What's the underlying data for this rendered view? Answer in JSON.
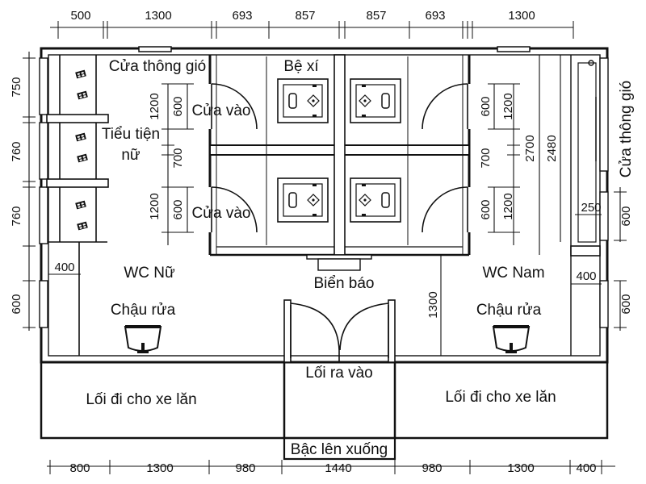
{
  "colors": {
    "ink": "#111111",
    "background": "#ffffff"
  },
  "dimensions": {
    "top": [
      "500",
      "1300",
      "693",
      "857",
      "857",
      "693",
      "1300"
    ],
    "bottom": [
      "800",
      "1300",
      "980",
      "1440",
      "980",
      "1300",
      "400"
    ],
    "left": [
      "750",
      "760",
      "760",
      "600"
    ],
    "left_inner": [
      "400"
    ],
    "stall_left": [
      "1200",
      "600",
      "700",
      "1200",
      "600"
    ],
    "stall_right": [
      "1200",
      "600",
      "700",
      "1200",
      "600"
    ],
    "overall_right": [
      "2700",
      "2480"
    ],
    "right_inner": [
      "250",
      "400"
    ],
    "right_outer": [
      "600",
      "600"
    ],
    "entrance_depth": "1300"
  },
  "labels": {
    "vent_window_left": "Cửa thông gió",
    "vent_window_right": "Cửa thông gió",
    "toilet": "Bệ xí",
    "door_top": "Cửa vào",
    "door_bottom": "Cửa vào",
    "urinal_female_line1": "Tiểu tiện",
    "urinal_female_line2": "nữ",
    "wc_female": "WC Nữ",
    "wc_male": "WC Nam",
    "sign": "Biển báo",
    "sink_left": "Chậu rửa",
    "sink_right": "Chậu rửa",
    "entrance": "Lối ra vào",
    "wheelchair_left": "Lối đi cho xe lăn",
    "wheelchair_right": "Lối đi cho xe lăn",
    "steps": "Bậc lên xuống"
  },
  "icons": {
    "toilet": "squat-toilet-icon",
    "urinal": "urinal-icon",
    "sink": "wash-basin-icon",
    "door": "door-swing-icon"
  }
}
